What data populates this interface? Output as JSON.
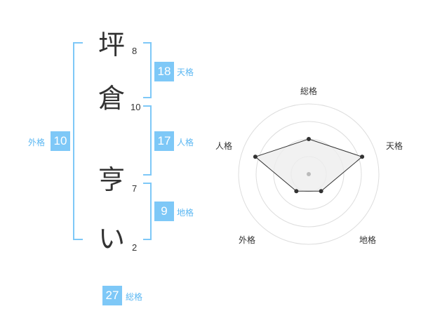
{
  "name": {
    "chars": [
      {
        "char": "坪",
        "strokes": "8"
      },
      {
        "char": "倉",
        "strokes": "10"
      },
      {
        "char": "亨",
        "strokes": "7"
      },
      {
        "char": "い",
        "strokes": "2"
      }
    ]
  },
  "kaku": {
    "tenkaku": {
      "value": "18",
      "label": "天格"
    },
    "jinkaku": {
      "value": "17",
      "label": "人格"
    },
    "chikaku": {
      "value": "9",
      "label": "地格"
    },
    "gaikaku": {
      "value": "10",
      "label": "外格"
    },
    "soukaku": {
      "value": "27",
      "label": "総格"
    }
  },
  "radar": {
    "axes": [
      "総格",
      "天格",
      "地格",
      "外格",
      "人格"
    ],
    "levels": 4,
    "values": [
      2.5,
      4,
      1.5,
      1.5,
      4
    ],
    "max": 5,
    "colors": {
      "fill": "#eeeeee",
      "stroke": "#333333",
      "grid": "#dddddd",
      "point": "#333333",
      "center": "#bbbbbb"
    }
  }
}
